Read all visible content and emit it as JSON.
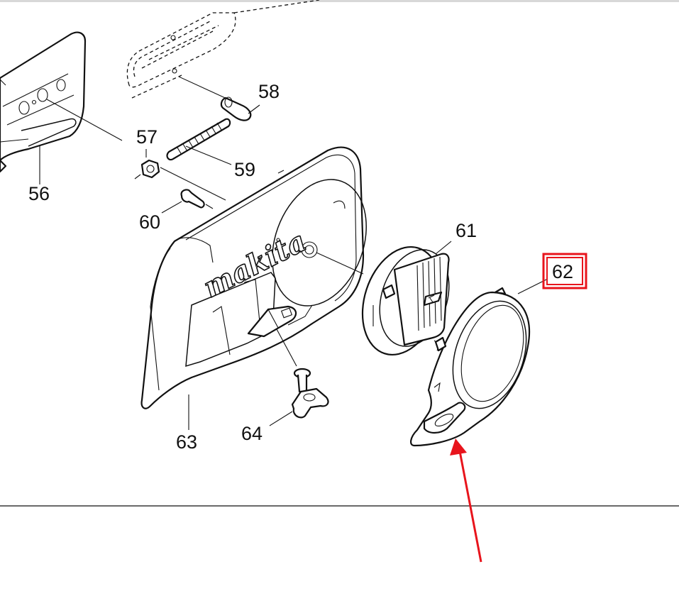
{
  "diagram": {
    "part_labels": {
      "p56": "56",
      "p57": "57",
      "p58": "58",
      "p59": "59",
      "p60": "60",
      "p61": "61",
      "p62": "62",
      "p63": "63",
      "p64": "64"
    },
    "brand_text": "makita",
    "highlighted_part": "62",
    "colors": {
      "highlight": "#e8141c",
      "arrow": "#e8141c",
      "line": "#111111",
      "background": "#ffffff"
    }
  }
}
